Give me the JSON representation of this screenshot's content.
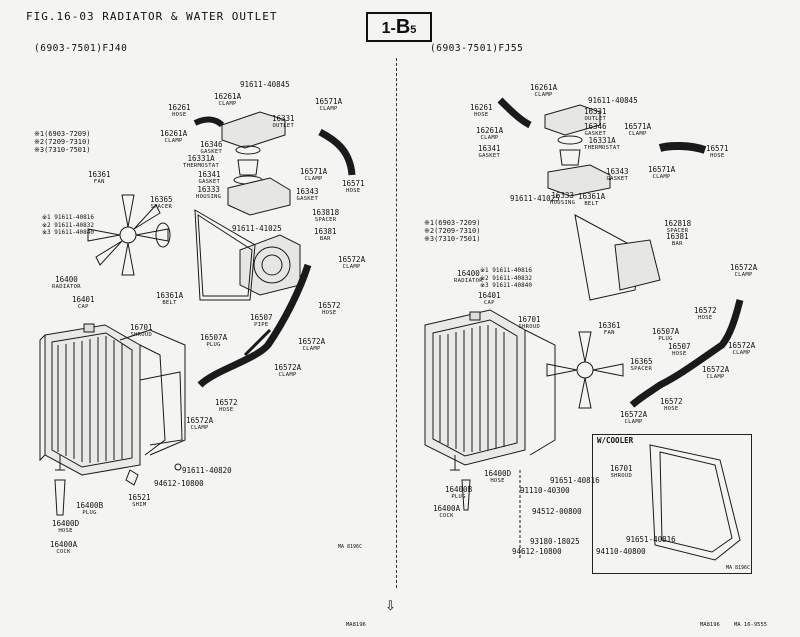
{
  "header": {
    "fig_title": "FIG.16-03 RADIATOR & WATER OUTLET",
    "page_num_prefix": "1-",
    "page_num_main": "B",
    "page_num_sub": "5"
  },
  "left_diagram": {
    "model": "(6903-7501)FJ40",
    "serial_legend": [
      "※1(6903-7209)",
      "※2(7209-7310)",
      "※3(7310-7501)"
    ],
    "fan_bolts": [
      "※1 91611-40816",
      "※2 91611-40832",
      "※3 91611-40840"
    ],
    "ref_code": "MA 8196C",
    "labels": [
      {
        "num": "91611-40845",
        "name": ""
      },
      {
        "num": "16261",
        "name": "HOSE"
      },
      {
        "num": "16261A",
        "name": "CLAMP"
      },
      {
        "num": "16331",
        "name": "OUTLET"
      },
      {
        "num": "16571A",
        "name": "CLAMP"
      },
      {
        "num": "16261A",
        "name": "CLAMP"
      },
      {
        "num": "16346",
        "name": "GASKET"
      },
      {
        "num": "16331A",
        "name": "THERMOSTAT"
      },
      {
        "num": "16341",
        "name": "GASKET"
      },
      {
        "num": "16333",
        "name": "HOUSING"
      },
      {
        "num": "16571A",
        "name": "CLAMP"
      },
      {
        "num": "16343",
        "name": "GASKET"
      },
      {
        "num": "16571",
        "name": "HOSE"
      },
      {
        "num": "16361",
        "name": "FAN"
      },
      {
        "num": "16365",
        "name": "SPACER"
      },
      {
        "num": "16381",
        "name": "BAR"
      },
      {
        "num": "163818",
        "name": "SPACER"
      },
      {
        "num": "91611-41025",
        "name": ""
      },
      {
        "num": "16572A",
        "name": "CLAMP"
      },
      {
        "num": "16400",
        "name": "RADIATOR"
      },
      {
        "num": "16401",
        "name": "CAP"
      },
      {
        "num": "16361A",
        "name": "BELT"
      },
      {
        "num": "16572",
        "name": "HOSE"
      },
      {
        "num": "16701",
        "name": "SHROUD"
      },
      {
        "num": "16507",
        "name": "PIPE"
      },
      {
        "num": "16507A",
        "name": "PLUG"
      },
      {
        "num": "16572A",
        "name": "CLAMP"
      },
      {
        "num": "16572A",
        "name": "CLAMP"
      },
      {
        "num": "16572",
        "name": "HOSE"
      },
      {
        "num": "16572A",
        "name": "CLAMP"
      },
      {
        "num": "91611-40820",
        "name": ""
      },
      {
        "num": "94612-10800",
        "name": ""
      },
      {
        "num": "16521",
        "name": "SHIM"
      },
      {
        "num": "16400B",
        "name": "PLUG"
      },
      {
        "num": "16400D",
        "name": "HOSE"
      },
      {
        "num": "16400A",
        "name": "COCK"
      }
    ]
  },
  "right_diagram": {
    "model": "(6903-7501)FJ55",
    "serial_legend": [
      "※1(6903-7209)",
      "※2(7209-7310)",
      "※3(7310-7501)"
    ],
    "fan_bolts": [
      "※1 91611-40816",
      "※2 91611-40832",
      "※3 91611-40840"
    ],
    "ref_code": "MA 8196C",
    "cooler_title": "W/COOLER",
    "labels": [
      {
        "num": "16261A",
        "name": "CLAMP"
      },
      {
        "num": "91611-40845",
        "name": ""
      },
      {
        "num": "16261",
        "name": "HOSE"
      },
      {
        "num": "16331",
        "name": "OUTLET"
      },
      {
        "num": "16261A",
        "name": "CLAMP"
      },
      {
        "num": "16346",
        "name": "GASKET"
      },
      {
        "num": "16571A",
        "name": "CLAMP"
      },
      {
        "num": "16341",
        "name": "GASKET"
      },
      {
        "num": "16331A",
        "name": "THERMOSTAT"
      },
      {
        "num": "16571",
        "name": "HOSE"
      },
      {
        "num": "16571A",
        "name": "CLAMP"
      },
      {
        "num": "16343",
        "name": "GASKET"
      },
      {
        "num": "91611-41025",
        "name": ""
      },
      {
        "num": "16333",
        "name": "HOUSING"
      },
      {
        "num": "16361A",
        "name": "BELT"
      },
      {
        "num": "162818",
        "name": "SPACER"
      },
      {
        "num": "16381",
        "name": "BAR"
      },
      {
        "num": "16400",
        "name": "RADIATOR"
      },
      {
        "num": "16572A",
        "name": "CLAMP"
      },
      {
        "num": "16401",
        "name": "CAP"
      },
      {
        "num": "16572",
        "name": "HOSE"
      },
      {
        "num": "16701",
        "name": "SHROUD"
      },
      {
        "num": "16361",
        "name": "FAN"
      },
      {
        "num": "16507A",
        "name": "PLUG"
      },
      {
        "num": "16507",
        "name": "HOSE"
      },
      {
        "num": "16572A",
        "name": "CLAMP"
      },
      {
        "num": "16365",
        "name": "SPACER"
      },
      {
        "num": "16572A",
        "name": "CLAMP"
      },
      {
        "num": "16572",
        "name": "HOSE"
      },
      {
        "num": "16572A",
        "name": "CLAMP"
      },
      {
        "num": "16400D",
        "name": "HOSE"
      },
      {
        "num": "16400B",
        "name": "PLUG"
      },
      {
        "num": "91110-40300",
        "name": ""
      },
      {
        "num": "91651-40816",
        "name": ""
      },
      {
        "num": "16400A",
        "name": "COCK"
      },
      {
        "num": "94512-00800",
        "name": ""
      },
      {
        "num": "93180-18025",
        "name": ""
      },
      {
        "num": "94612-10800",
        "name": ""
      },
      {
        "num": "16701",
        "name": "SHROUD"
      },
      {
        "num": "91651-40816",
        "name": ""
      },
      {
        "num": "94110-40800",
        "name": ""
      }
    ]
  },
  "footer": {
    "left": "MA8196",
    "right": "MA8196",
    "code": "MA 16-9555"
  }
}
